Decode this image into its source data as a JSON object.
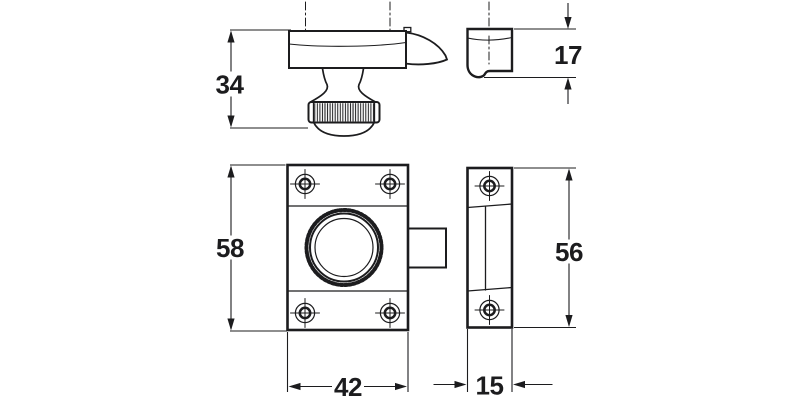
{
  "drawing": {
    "kind": "technical dimension drawing",
    "views": {
      "latch_side": {
        "height": "34"
      },
      "strike_side": {
        "height": "17"
      },
      "latch_front": {
        "height": "58",
        "width": "42"
      },
      "strike_front": {
        "height": "56",
        "width": "15"
      }
    },
    "colors": {
      "ink": "#1c1c1e",
      "background": "#ffffff"
    }
  }
}
